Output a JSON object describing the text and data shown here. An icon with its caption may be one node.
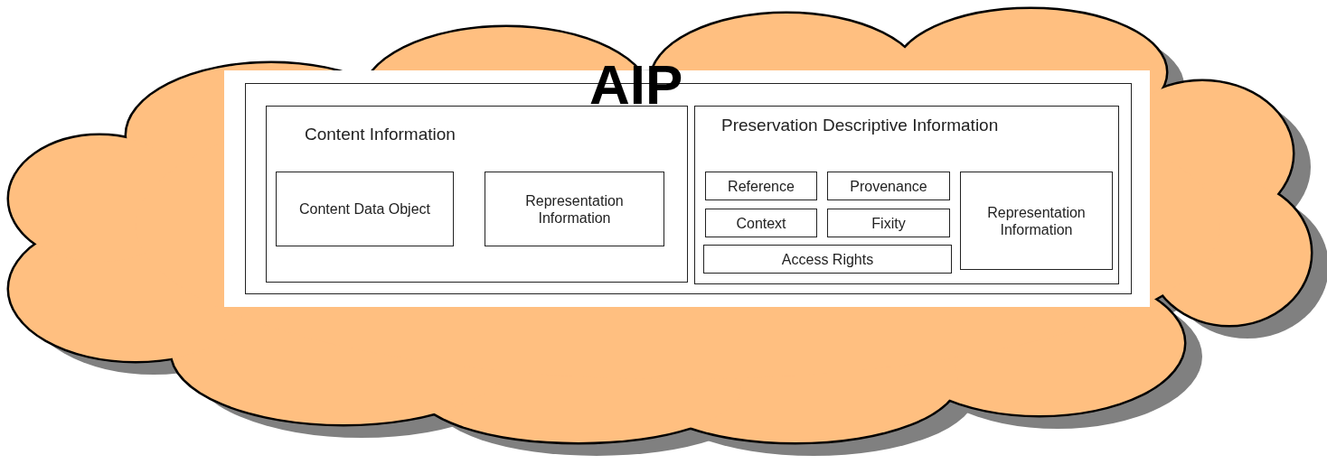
{
  "diagram": {
    "nodes": [
      {
        "text": [
          "AIP"
        ]
      },
      {
        "text": [
          "Content Information"
        ],
        "in": 0
      },
      {
        "text": [
          "Content Data Object"
        ],
        "in": 1
      },
      {
        "text": [
          "Representation Information"
        ],
        "in": 1
      },
      {
        "text": [
          "Preservation Descriptive Information"
        ],
        "in": 0
      },
      {
        "text": [
          "Reference"
        ],
        "in": 4
      },
      {
        "text": [
          "Provenance"
        ],
        "in": 4
      },
      {
        "text": [
          "Context"
        ],
        "in": 4
      },
      {
        "text": [
          "Fixity"
        ],
        "in": 4
      },
      {
        "text": [
          "Access Rights"
        ],
        "in": 4
      },
      {
        "text": [
          "Representation Information"
        ],
        "in": 4
      }
    ],
    "edges": []
  }
}
